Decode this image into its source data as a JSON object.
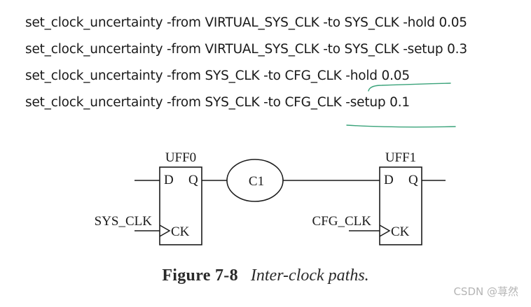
{
  "commands": [
    "set_clock_uncertainty -from VIRTUAL_SYS_CLK -to SYS_CLK -hold 0.05",
    "set_clock_uncertainty -from VIRTUAL_SYS_CLK -to SYS_CLK -setup 0.3",
    "set_clock_uncertainty -from SYS_CLK -to CFG_CLK -hold 0.05",
    "set_clock_uncertainty -from SYS_CLK -to CFG_CLK -setup 0.1"
  ],
  "diagram": {
    "flops": [
      {
        "name": "UFF0",
        "d_pin": "D",
        "q_pin": "Q",
        "clk_pin": "CK",
        "clock": "SYS_CLK"
      },
      {
        "name": "UFF1",
        "d_pin": "D",
        "q_pin": "Q",
        "clk_pin": "CK",
        "clock": "CFG_CLK"
      }
    ],
    "logic": "C1"
  },
  "caption": {
    "label": "Figure 7-8",
    "text": "Inter-clock paths."
  },
  "watermark": "CSDN @荨然",
  "annotation_color": "#3aa37a"
}
